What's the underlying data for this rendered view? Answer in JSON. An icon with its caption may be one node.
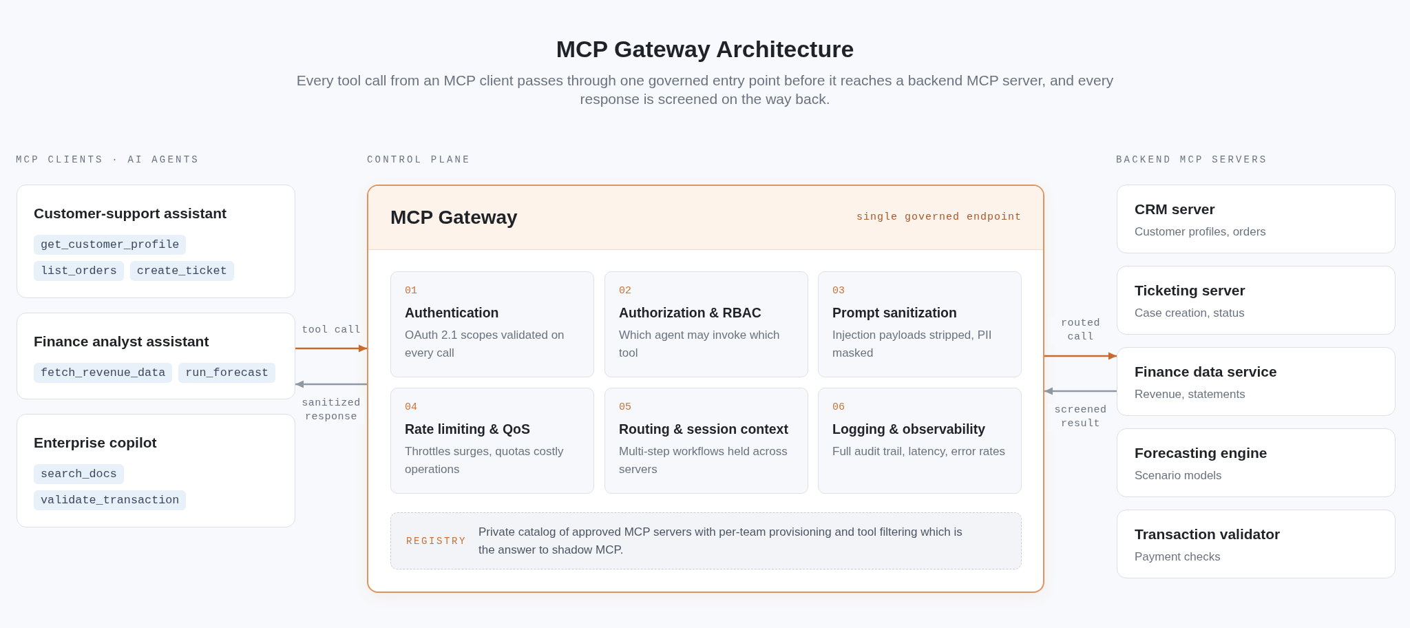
{
  "diagram": {
    "title": "MCP Gateway Architecture",
    "caption": "Every tool call from an MCP client passes through one governed entry point before it reaches a backend MCP server, and every response is screened on the way back.",
    "nodes": [
      {
        "text": [
          "Customer-support assistant",
          "get_customer_profile",
          "list_orders",
          "create_ticket"
        ]
      },
      {
        "text": [
          "Finance analyst assistant",
          "fetch_revenue_data",
          "run_forecast"
        ]
      },
      {
        "text": [
          "Enterprise copilot",
          "search_docs",
          "validate_transaction"
        ]
      },
      {
        "text": [
          "MCP Gateway",
          "single governed endpoint"
        ]
      },
      {
        "text": [
          "01",
          "Authentication",
          "OAuth 2.1 scopes validated on every call"
        ],
        "in": 3
      },
      {
        "text": [
          "02",
          "Authorization & RBAC",
          "Which agent may invoke which tool"
        ],
        "in": 3
      },
      {
        "text": [
          "03",
          "Prompt sanitization",
          "Injection payloads stripped, PII masked"
        ],
        "in": 3
      },
      {
        "text": [
          "04",
          "Rate limiting & QoS",
          "Throttles surges, quotas costly operations"
        ],
        "in": 3
      },
      {
        "text": [
          "05",
          "Routing & session context",
          "Multi-step workflows held across servers"
        ],
        "in": 3
      },
      {
        "text": [
          "06",
          "Logging & observability",
          "Full audit trail, latency, error rates"
        ],
        "in": 3
      },
      {
        "text": [
          "REGISTRY",
          "Private catalog of approved MCP servers with per-team provisioning and tool filtering which is the answer to shadow MCP."
        ],
        "in": 3
      },
      {
        "text": [
          "CRM server",
          "Customer profiles, orders"
        ]
      },
      {
        "text": [
          "Ticketing server",
          "Case creation, status"
        ]
      },
      {
        "text": [
          "Finance data service",
          "Revenue, statements"
        ]
      },
      {
        "text": [
          "Forecasting engine",
          "Scenario models"
        ]
      },
      {
        "text": [
          "Transaction validator",
          "Payment checks"
        ]
      }
    ],
    "edges": [
      {
        "from": 1,
        "to": 3,
        "arrow": "to",
        "label": "tool call",
        "color": "#c96a2b"
      },
      {
        "from": 3,
        "to": 1,
        "arrow": "to",
        "label": "sanitized response",
        "color": "#8e99a5"
      },
      {
        "from": 3,
        "to": 13,
        "arrow": "to",
        "label": "routed call",
        "color": "#c96a2b"
      },
      {
        "from": 13,
        "to": 3,
        "arrow": "to",
        "label": "screened result",
        "color": "#8e99a5"
      }
    ],
    "labels": [
      "MCP CLIENTS · AI AGENTS",
      "CONTROL PLANE",
      "BACKEND MCP SERVERS"
    ]
  }
}
